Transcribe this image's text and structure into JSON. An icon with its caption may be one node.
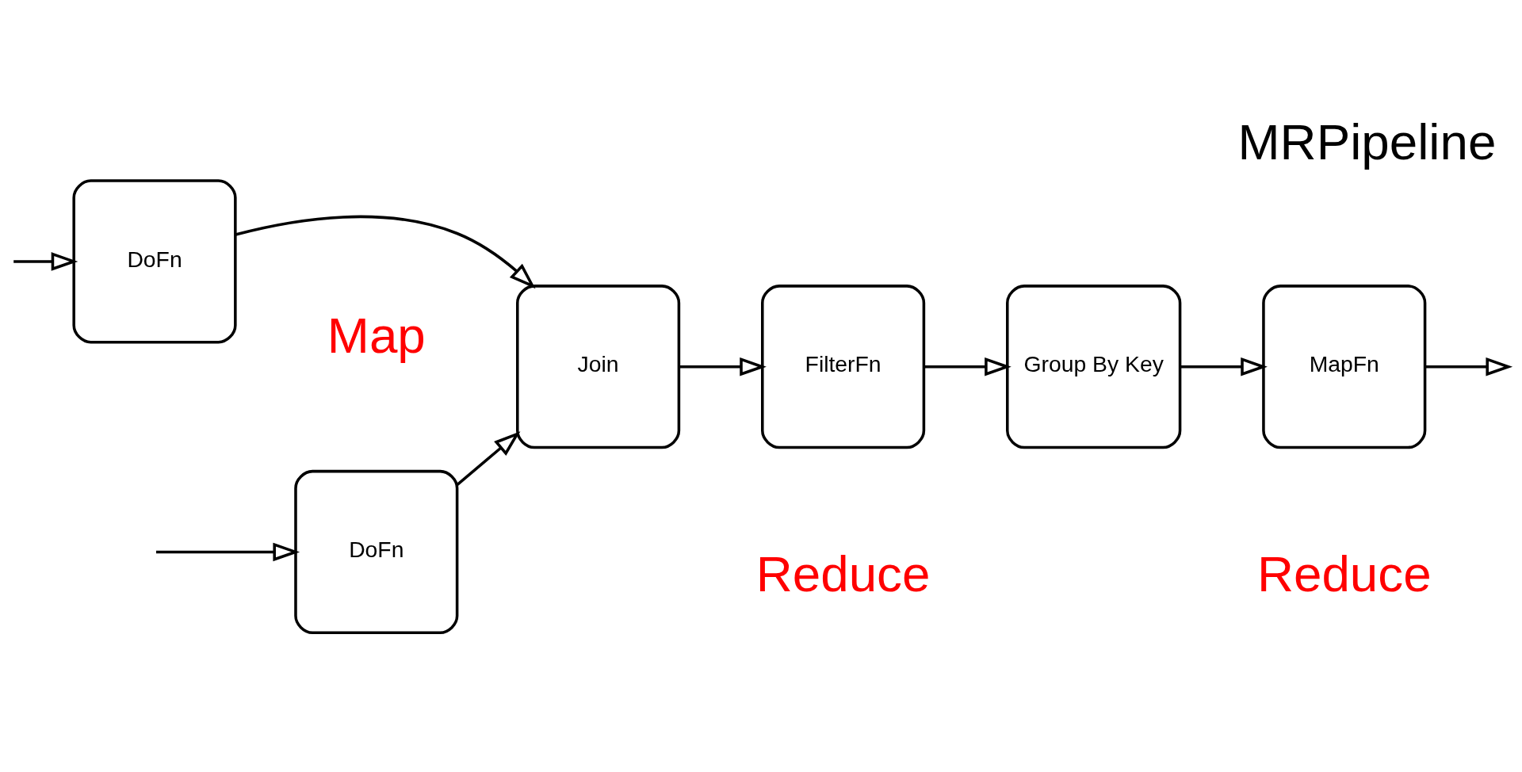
{
  "diagram": {
    "title": "MRPipeline",
    "nodes": [
      {
        "text": [
          "DoFn"
        ]
      },
      {
        "text": [
          "DoFn"
        ]
      },
      {
        "text": [
          "Join"
        ]
      },
      {
        "text": [
          "FilterFn"
        ]
      },
      {
        "text": [
          "Group By Key"
        ]
      },
      {
        "text": [
          "MapFn"
        ]
      }
    ],
    "edges": [
      {
        "from": null,
        "to": 0,
        "arrow": "to"
      },
      {
        "from": null,
        "to": 1,
        "arrow": "to"
      },
      {
        "from": 0,
        "to": 2,
        "arrow": "to"
      },
      {
        "from": 1,
        "to": 2,
        "arrow": "to"
      },
      {
        "from": 2,
        "to": 3,
        "arrow": "to"
      },
      {
        "from": 3,
        "to": 4,
        "arrow": "to"
      },
      {
        "from": 4,
        "to": 5,
        "arrow": "to"
      },
      {
        "from": 5,
        "to": null,
        "arrow": "to"
      }
    ],
    "labels": [
      "Map",
      "Reduce",
      "Reduce"
    ]
  }
}
